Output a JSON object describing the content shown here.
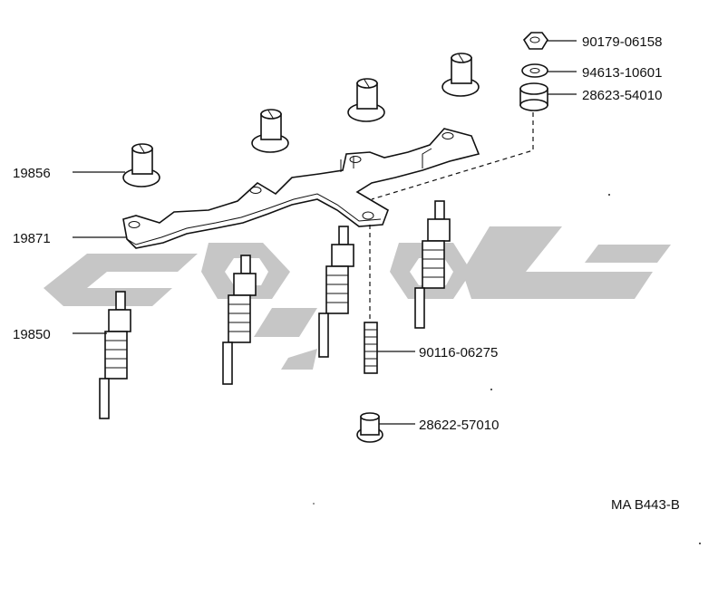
{
  "labels": {
    "clamp_screw": "19856",
    "bus_bar": "19871",
    "glow_plug": "19850",
    "nut": "90179-06158",
    "washer": "94613-10601",
    "insulator_upper": "28623-54010",
    "stud": "90116-06275",
    "insulator_lower": "28622-57010",
    "figure_code": "MA B443-B"
  }
}
